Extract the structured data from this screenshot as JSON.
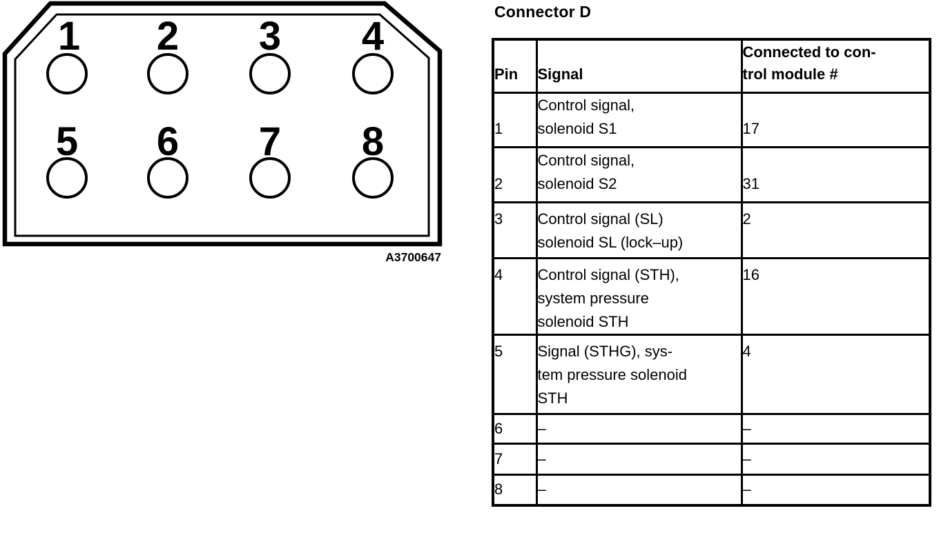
{
  "connector": {
    "title": "Connector D",
    "diagram_label": "A3700647",
    "pins": [
      "1",
      "2",
      "3",
      "4",
      "5",
      "6",
      "7",
      "8"
    ]
  },
  "table": {
    "headers": {
      "pin": "Pin",
      "signal": "Signal",
      "module": "Connected to con-\ntrol module #"
    },
    "rows": [
      {
        "pin": "1",
        "signal": "Control signal,\nsolenoid S1",
        "module": "17"
      },
      {
        "pin": "2",
        "signal": "Control signal,\nsolenoid S2",
        "module": "31"
      },
      {
        "pin": "3",
        "signal": "Control signal (SL)\nsolenoid SL (lock–up)",
        "module": "2"
      },
      {
        "pin": "4",
        "signal": "Control signal (STH),\nsystem pressure\nsolenoid STH",
        "module": "16"
      },
      {
        "pin": "5",
        "signal": "Signal (STHG), sys-\ntem pressure solenoid\nSTH",
        "module": "4"
      },
      {
        "pin": "6",
        "signal": "–",
        "module": "–"
      },
      {
        "pin": "7",
        "signal": "–",
        "module": "–"
      },
      {
        "pin": "8",
        "signal": "–",
        "module": "–"
      }
    ]
  }
}
